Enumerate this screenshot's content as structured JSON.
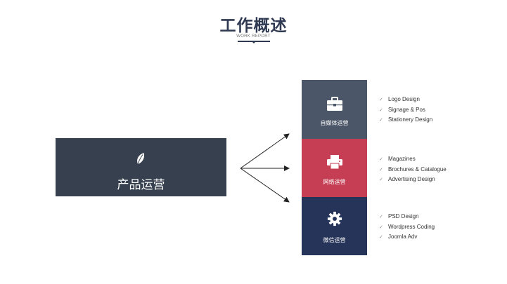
{
  "header": {
    "title": "工作概述",
    "subtitle": "WORK REPORT"
  },
  "main": {
    "label": "产品运营",
    "icon": "leaf-icon"
  },
  "blocks": [
    {
      "label": "自媒体运营",
      "icon": "briefcase-icon",
      "color": "#4b5668",
      "items": [
        "Logo Design",
        "Signage & Pos",
        "Stationery Design"
      ]
    },
    {
      "label": "网络运营",
      "icon": "printer-icon",
      "color": "#c63e53",
      "items": [
        "Magazines",
        "Brochures & Catalogue",
        "Advertising Design"
      ]
    },
    {
      "label": "微信运营",
      "icon": "gear-icon",
      "color": "#263459",
      "items": [
        "PSD Design",
        "Wordpress Coding",
        "Joomla  Adv"
      ]
    }
  ],
  "check_glyph": "✓",
  "colors": {
    "title": "#2f3a52",
    "main_box": "#36404f"
  }
}
